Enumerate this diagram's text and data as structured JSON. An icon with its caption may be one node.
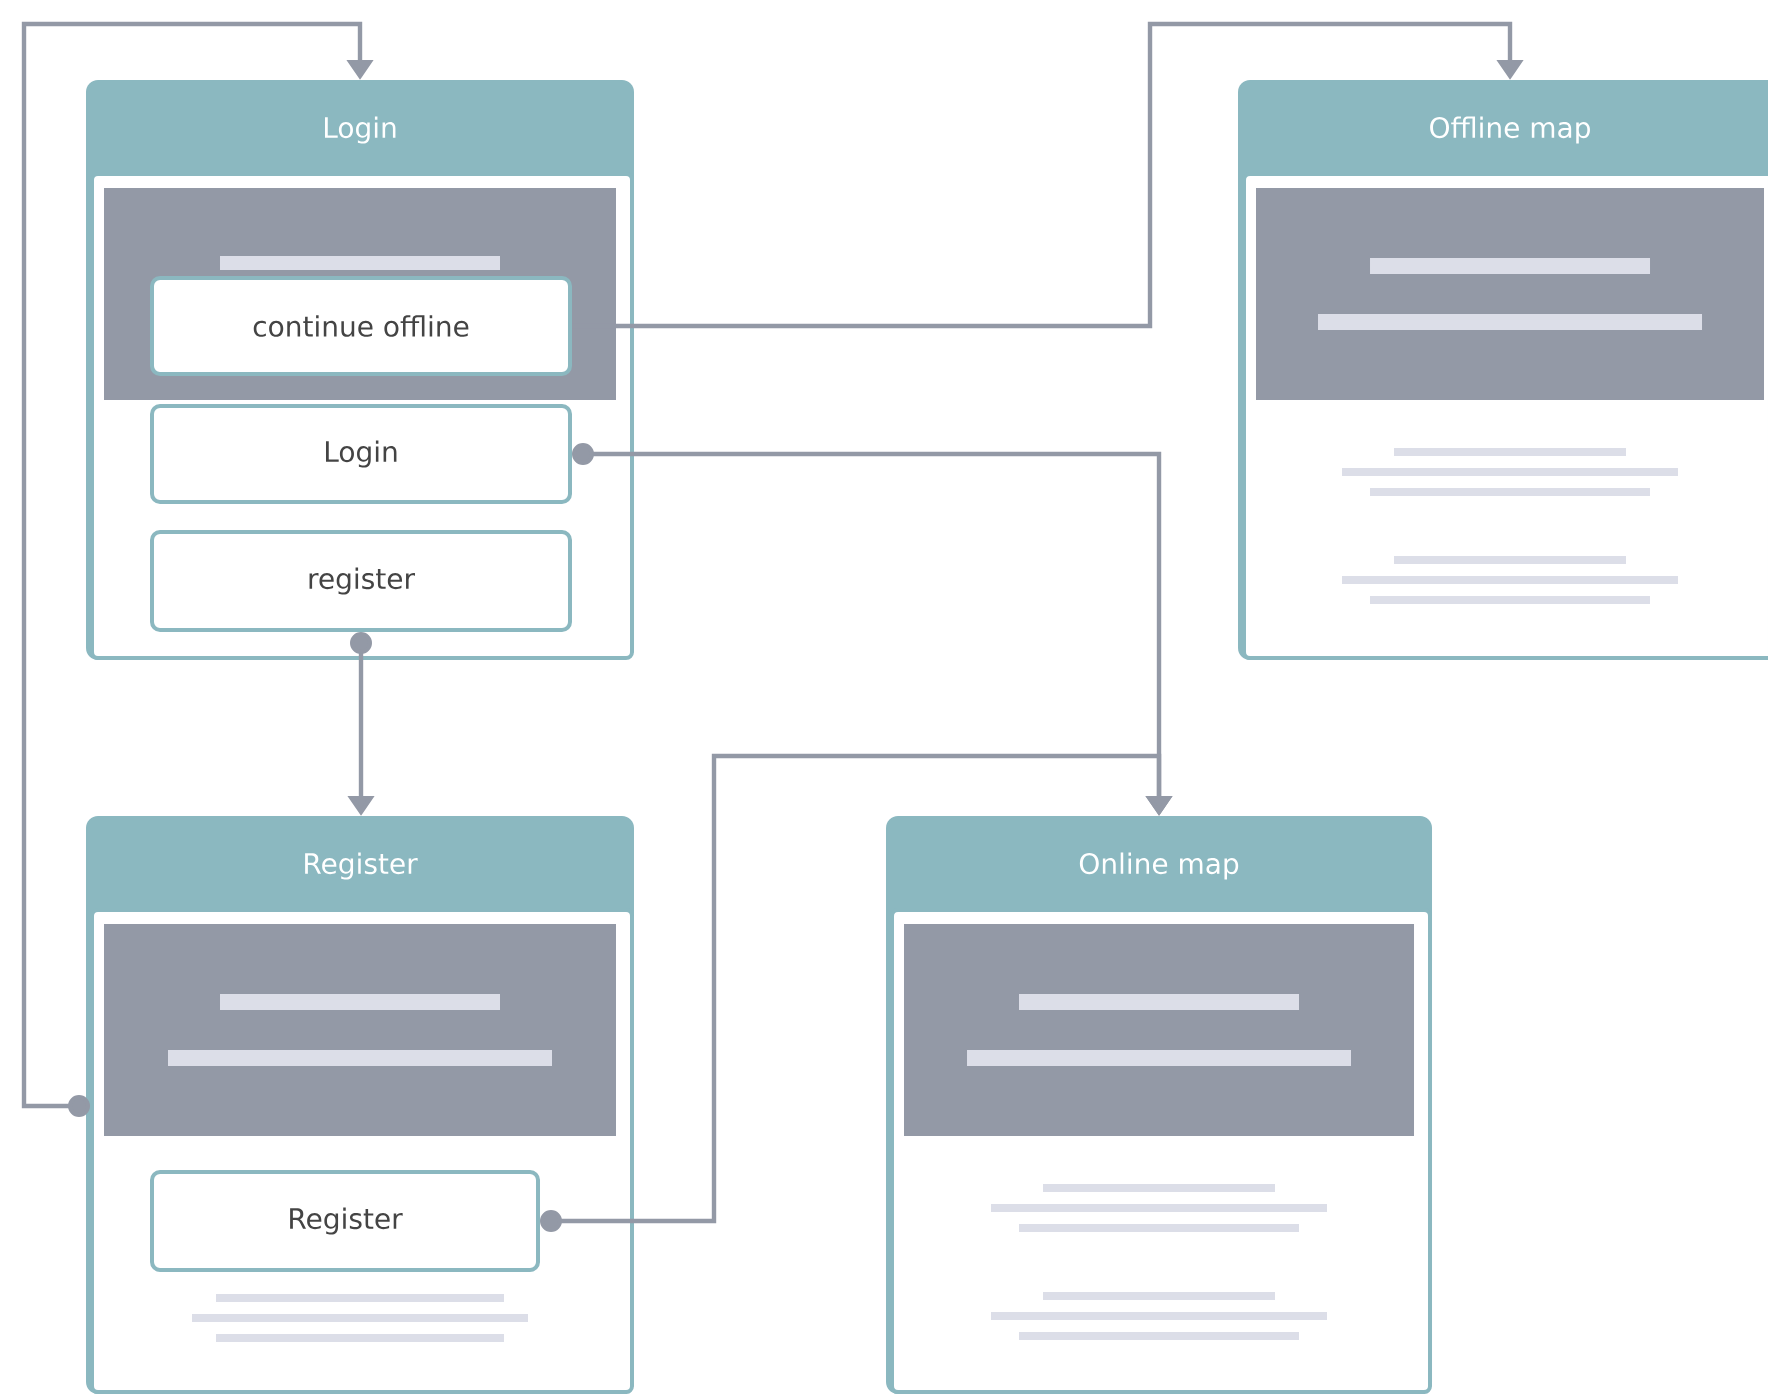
{
  "diagram": {
    "nodes": [
      {
        "text": [
          "Login"
        ]
      },
      {
        "text": [
          "continue offline"
        ],
        "in": 0
      },
      {
        "text": [
          "Login"
        ],
        "in": 0
      },
      {
        "text": [
          "register"
        ],
        "in": 0
      },
      {
        "text": [
          "Offline map"
        ]
      },
      {
        "text": [
          "Register"
        ]
      },
      {
        "text": [
          "Register"
        ],
        "in": 5
      },
      {
        "text": [
          "Online map"
        ]
      }
    ],
    "edges": [
      {
        "from": 1,
        "to": 4,
        "arrow": "to"
      },
      {
        "from": 2,
        "to": 7,
        "arrow": "to"
      },
      {
        "from": 3,
        "to": 5,
        "arrow": "to"
      },
      {
        "from": 5,
        "to": 0,
        "arrow": "to"
      },
      {
        "from": 6,
        "to": 7,
        "arrow": "to"
      }
    ]
  }
}
